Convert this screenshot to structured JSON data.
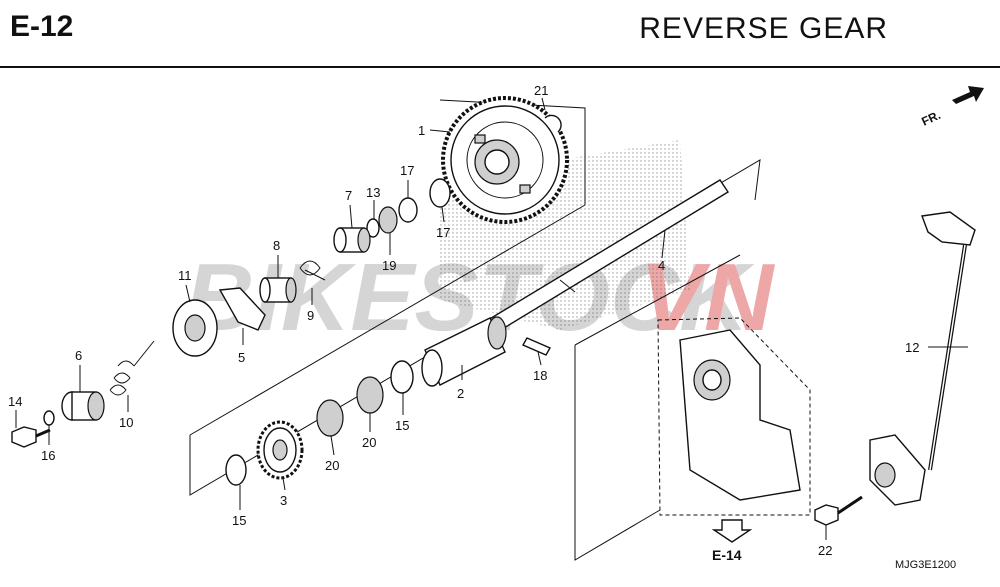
{
  "header": {
    "code": "E-12",
    "title": "REVERSE  GEAR"
  },
  "callouts": [
    {
      "id": "c1",
      "label": "1"
    },
    {
      "id": "c2",
      "label": "2"
    },
    {
      "id": "c3",
      "label": "3"
    },
    {
      "id": "c4",
      "label": "4"
    },
    {
      "id": "c5",
      "label": "5"
    },
    {
      "id": "c6",
      "label": "6"
    },
    {
      "id": "c7",
      "label": "7"
    },
    {
      "id": "c8",
      "label": "8"
    },
    {
      "id": "c9",
      "label": "9"
    },
    {
      "id": "c10",
      "label": "10"
    },
    {
      "id": "c11",
      "label": "11"
    },
    {
      "id": "c12",
      "label": "12"
    },
    {
      "id": "c13",
      "label": "13"
    },
    {
      "id": "c14",
      "label": "14"
    },
    {
      "id": "c15a",
      "label": "15"
    },
    {
      "id": "c15b",
      "label": "15"
    },
    {
      "id": "c16",
      "label": "16"
    },
    {
      "id": "c17a",
      "label": "17"
    },
    {
      "id": "c17b",
      "label": "17"
    },
    {
      "id": "c18",
      "label": "18"
    },
    {
      "id": "c19",
      "label": "19"
    },
    {
      "id": "c20a",
      "label": "20"
    },
    {
      "id": "c20b",
      "label": "20"
    },
    {
      "id": "c21",
      "label": "21"
    },
    {
      "id": "c22",
      "label": "22"
    }
  ],
  "direction_marker": {
    "label": "FR.",
    "icon": "front-arrow-icon"
  },
  "reference": {
    "label": "E-14",
    "icon": "down-arrow-icon"
  },
  "diagram_code": "MJG3E1200",
  "watermark": {
    "part_a": "BIKESTOCK",
    "part_b": "VN",
    "color_a": "#c8c8c8",
    "color_b": "#e88a8a"
  },
  "colors": {
    "ink": "#111111",
    "paper": "#ffffff",
    "shade": "#cfcfcf"
  }
}
